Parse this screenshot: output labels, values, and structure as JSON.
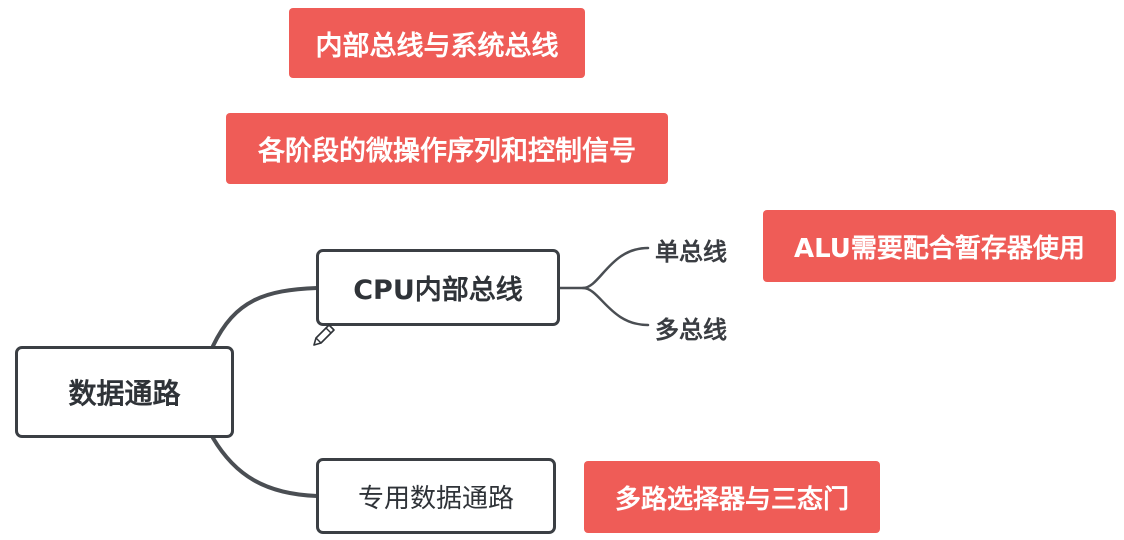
{
  "colors": {
    "accent": "#ef5c57",
    "outline": "#3b3f44",
    "line": "#4a4e53",
    "text": "#2f3338"
  },
  "nodes": {
    "root": "数据通路",
    "cpu_bus": "CPU内部总线",
    "dedicated": "专用数据通路"
  },
  "branches": {
    "single_bus": "单总线",
    "multi_bus": "多总线"
  },
  "tags": {
    "internal_system_bus": "内部总线与系统总线",
    "micro_ops": "各阶段的微操作序列和控制信号",
    "alu_note": "ALU需要配合暂存器使用",
    "mux_tristate": "多路选择器与三态门"
  },
  "icons": {
    "cursor": "pencil-icon"
  }
}
